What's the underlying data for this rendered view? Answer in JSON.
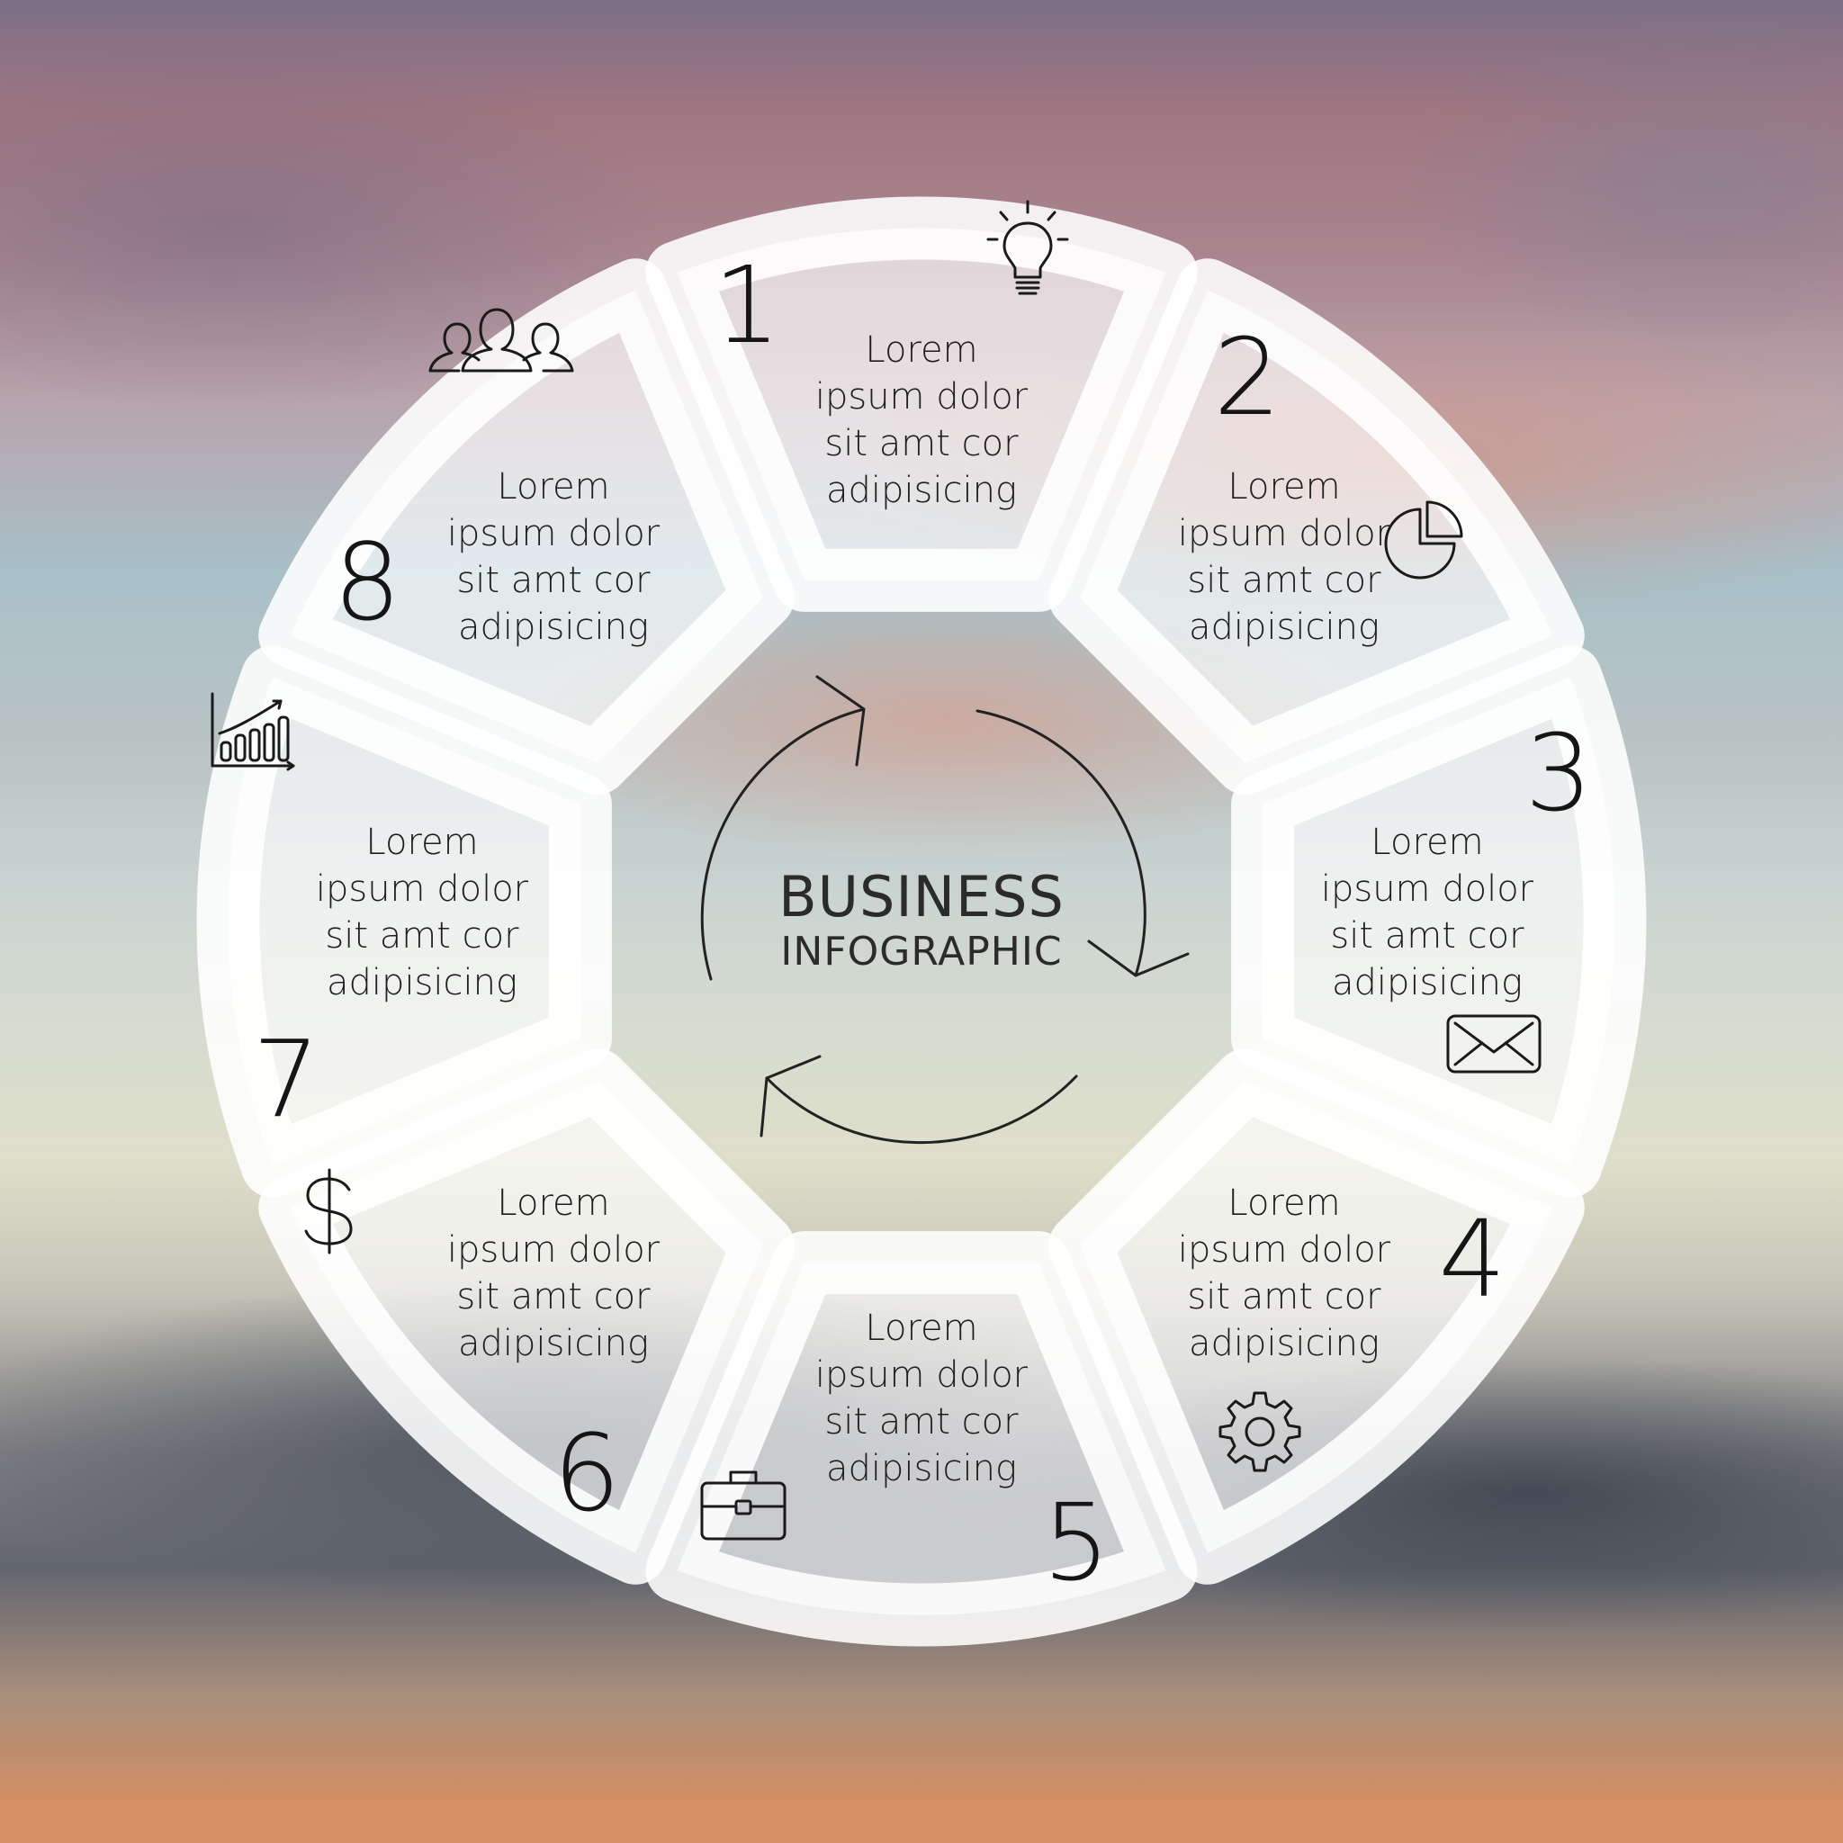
{
  "center": {
    "title": "BUSINESS",
    "subtitle": "INFOGRAPHIC"
  },
  "segments": [
    {
      "number": "1",
      "icon": "lightbulb-icon",
      "lines": [
        "Lorem",
        "ipsum dolor",
        "sit amt cor",
        "adipisicing"
      ]
    },
    {
      "number": "2",
      "icon": "pie-chart-icon",
      "lines": [
        "Lorem",
        "ipsum dolor",
        "sit amt cor",
        "adipisicing"
      ]
    },
    {
      "number": "3",
      "icon": "envelope-icon",
      "lines": [
        "Lorem",
        "ipsum dolor",
        "sit amt cor",
        "adipisicing"
      ]
    },
    {
      "number": "4",
      "icon": "gear-icon",
      "lines": [
        "Lorem",
        "ipsum dolor",
        "sit amt cor",
        "adipisicing"
      ]
    },
    {
      "number": "5",
      "icon": "briefcase-icon",
      "lines": [
        "Lorem",
        "ipsum dolor",
        "sit amt cor",
        "adipisicing"
      ]
    },
    {
      "number": "6",
      "icon": "dollar-icon",
      "lines": [
        "Lorem",
        "ipsum dolor",
        "sit amt cor",
        "adipisicing"
      ]
    },
    {
      "number": "7",
      "icon": "bar-chart-growth-icon",
      "lines": [
        "Lorem",
        "ipsum dolor",
        "sit amt cor",
        "adipisicing"
      ]
    },
    {
      "number": "8",
      "icon": "people-group-icon",
      "lines": [
        "Lorem",
        "ipsum dolor",
        "sit amt cor",
        "adipisicing"
      ]
    }
  ],
  "colors": {
    "segment_fill": "#ffffff",
    "text": "#1e1e1e",
    "line": "#1a1a1a"
  }
}
